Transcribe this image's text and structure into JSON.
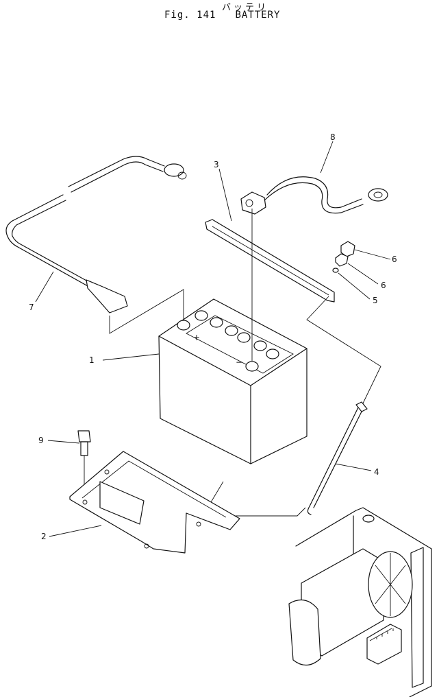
{
  "figure": {
    "title_jp": "バッテリ",
    "number": "Fig. 141",
    "title_en": "BATTERY"
  },
  "callouts": {
    "c1": "1",
    "c2": "2",
    "c3": "3",
    "c4": "4",
    "c5": "5",
    "c6a": "6",
    "c6b": "6",
    "c7": "7",
    "c8": "8",
    "c9": "9"
  },
  "battery_marks": {
    "plus": "+",
    "minus": "−"
  }
}
